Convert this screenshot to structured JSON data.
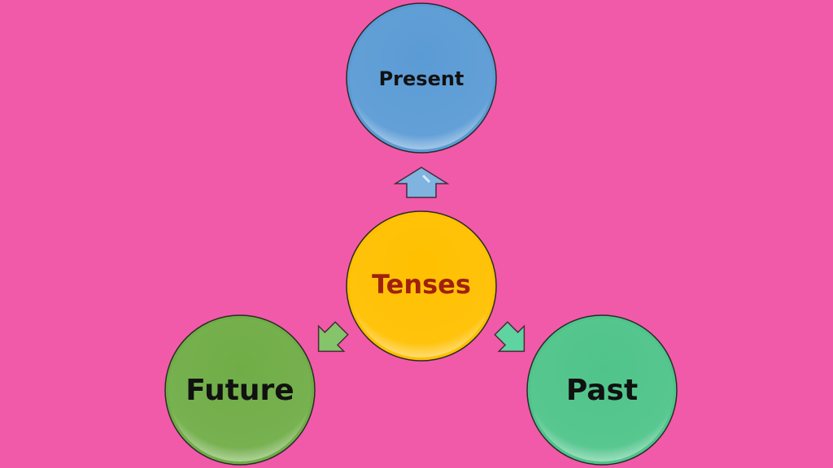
{
  "center": {
    "label": "Tenses",
    "color": "#ffc000",
    "text_color": "#a0200e"
  },
  "nodes": [
    {
      "label": "Present",
      "color": "#5b9bd5"
    },
    {
      "label": "Future",
      "color": "#70ad47"
    },
    {
      "label": "Past",
      "color": "#4fc48a"
    }
  ],
  "background": "#f15aa8"
}
